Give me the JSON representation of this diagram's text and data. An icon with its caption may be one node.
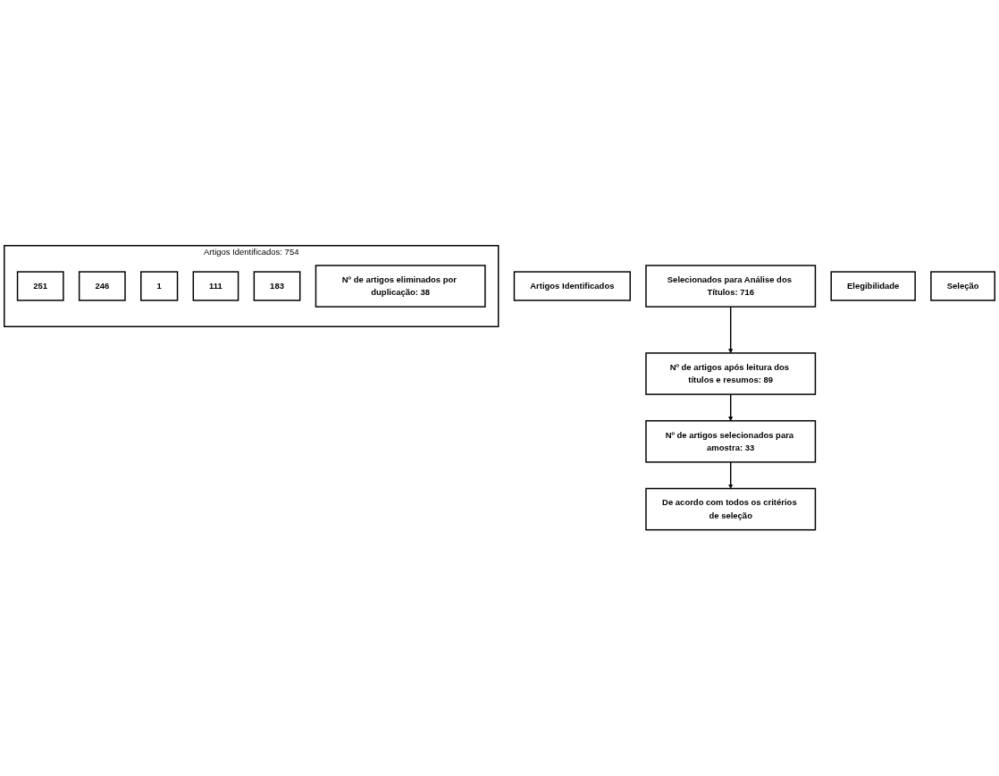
{
  "diagram": {
    "nodes": [
      {
        "text": [
          "Artigos Identificados"
        ]
      },
      {
        "text": [
          "Artigos Identificados: 754"
        ]
      },
      {
        "text": [
          "251"
        ],
        "in": 1
      },
      {
        "text": [
          "246"
        ],
        "in": 1
      },
      {
        "text": [
          "1"
        ],
        "in": 1
      },
      {
        "text": [
          "111"
        ],
        "in": 1
      },
      {
        "text": [
          "183"
        ],
        "in": 1
      },
      {
        "text": [
          "Nº de artigos eliminados por duplicação: 38"
        ],
        "in": 1
      },
      {
        "text": [
          "Selecionados para Análise dos Títulos: 716"
        ]
      },
      {
        "text": [
          "Elegibilidade"
        ]
      },
      {
        "text": [
          "Nº de artigos após leitura dos títulos e resumos: 89"
        ]
      },
      {
        "text": [
          "Seleção"
        ]
      },
      {
        "text": [
          "Nº de artigos selecionados para amostra: 33"
        ]
      },
      {
        "text": [
          "De acordo com todos os critérios de seleção"
        ]
      }
    ],
    "edges": [
      {
        "from": 8,
        "to": 10,
        "arrow": "to"
      },
      {
        "from": 10,
        "to": 12,
        "arrow": "to"
      },
      {
        "from": 12,
        "to": 13,
        "arrow": "to"
      }
    ]
  }
}
